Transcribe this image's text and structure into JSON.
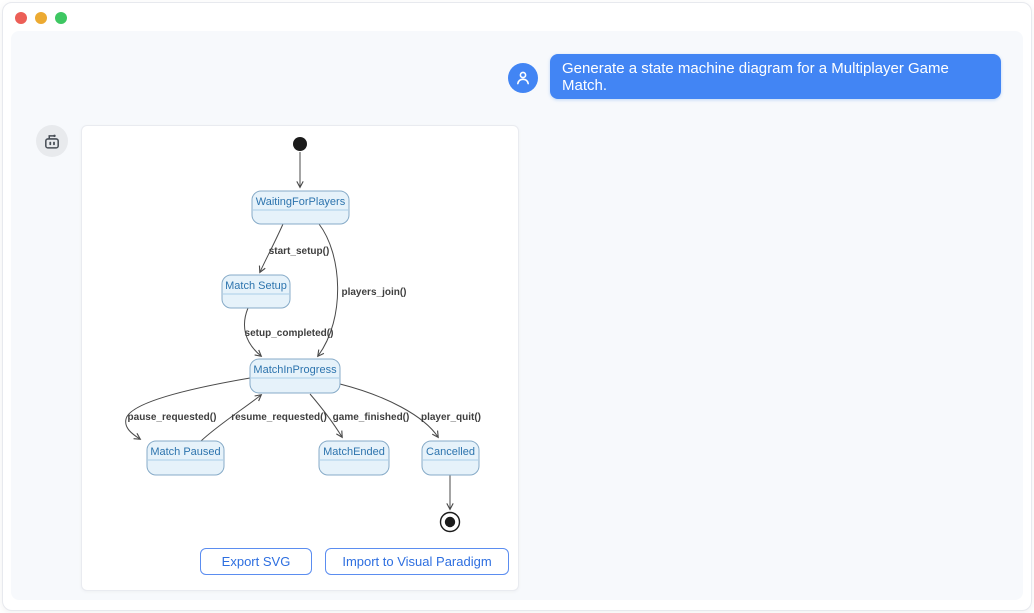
{
  "window": {
    "controls": [
      {
        "name": "close",
        "color": "#ec5f57"
      },
      {
        "name": "minimize",
        "color": "#ecaa32"
      },
      {
        "name": "zoom",
        "color": "#3ec762"
      }
    ]
  },
  "chat": {
    "user_message": "Generate a state machine diagram for a Multiplayer Game Match."
  },
  "diagram": {
    "type": "uml-state-machine",
    "has_initial_state": true,
    "has_final_state": true,
    "states": [
      {
        "label": "WaitingForPlayers"
      },
      {
        "label": "Match Setup"
      },
      {
        "label": "MatchInProgress"
      },
      {
        "label": "Match Paused"
      },
      {
        "label": "MatchEnded"
      },
      {
        "label": "Cancelled"
      }
    ],
    "transitions": [
      {
        "from": "initial",
        "to": "WaitingForPlayers",
        "label": ""
      },
      {
        "from": "WaitingForPlayers",
        "to": "Match Setup",
        "label": "start_setup()"
      },
      {
        "from": "WaitingForPlayers",
        "to": "MatchInProgress",
        "label": "players_join()"
      },
      {
        "from": "Match Setup",
        "to": "MatchInProgress",
        "label": "setup_completed()"
      },
      {
        "from": "MatchInProgress",
        "to": "Match Paused",
        "label": "pause_requested()"
      },
      {
        "from": "Match Paused",
        "to": "MatchInProgress",
        "label": "resume_requested()"
      },
      {
        "from": "MatchInProgress",
        "to": "MatchEnded",
        "label": "game_finished()"
      },
      {
        "from": "MatchInProgress",
        "to": "Cancelled",
        "label": "player_quit()"
      },
      {
        "from": "Cancelled",
        "to": "final",
        "label": ""
      }
    ],
    "colors": {
      "state_fill": "#e6f2fa",
      "state_border": "#87abc8",
      "state_text": "#2d74ae",
      "edge": "#4a4a4a",
      "label_text": "#3f3f3f"
    }
  },
  "actions": {
    "export_label": "Export SVG",
    "import_label": "Import to Visual Paradigm"
  },
  "colors": {
    "accent_blue": "#4285f4",
    "button_blue": "#2e6fe0",
    "content_bg": "#f7f9fc"
  }
}
